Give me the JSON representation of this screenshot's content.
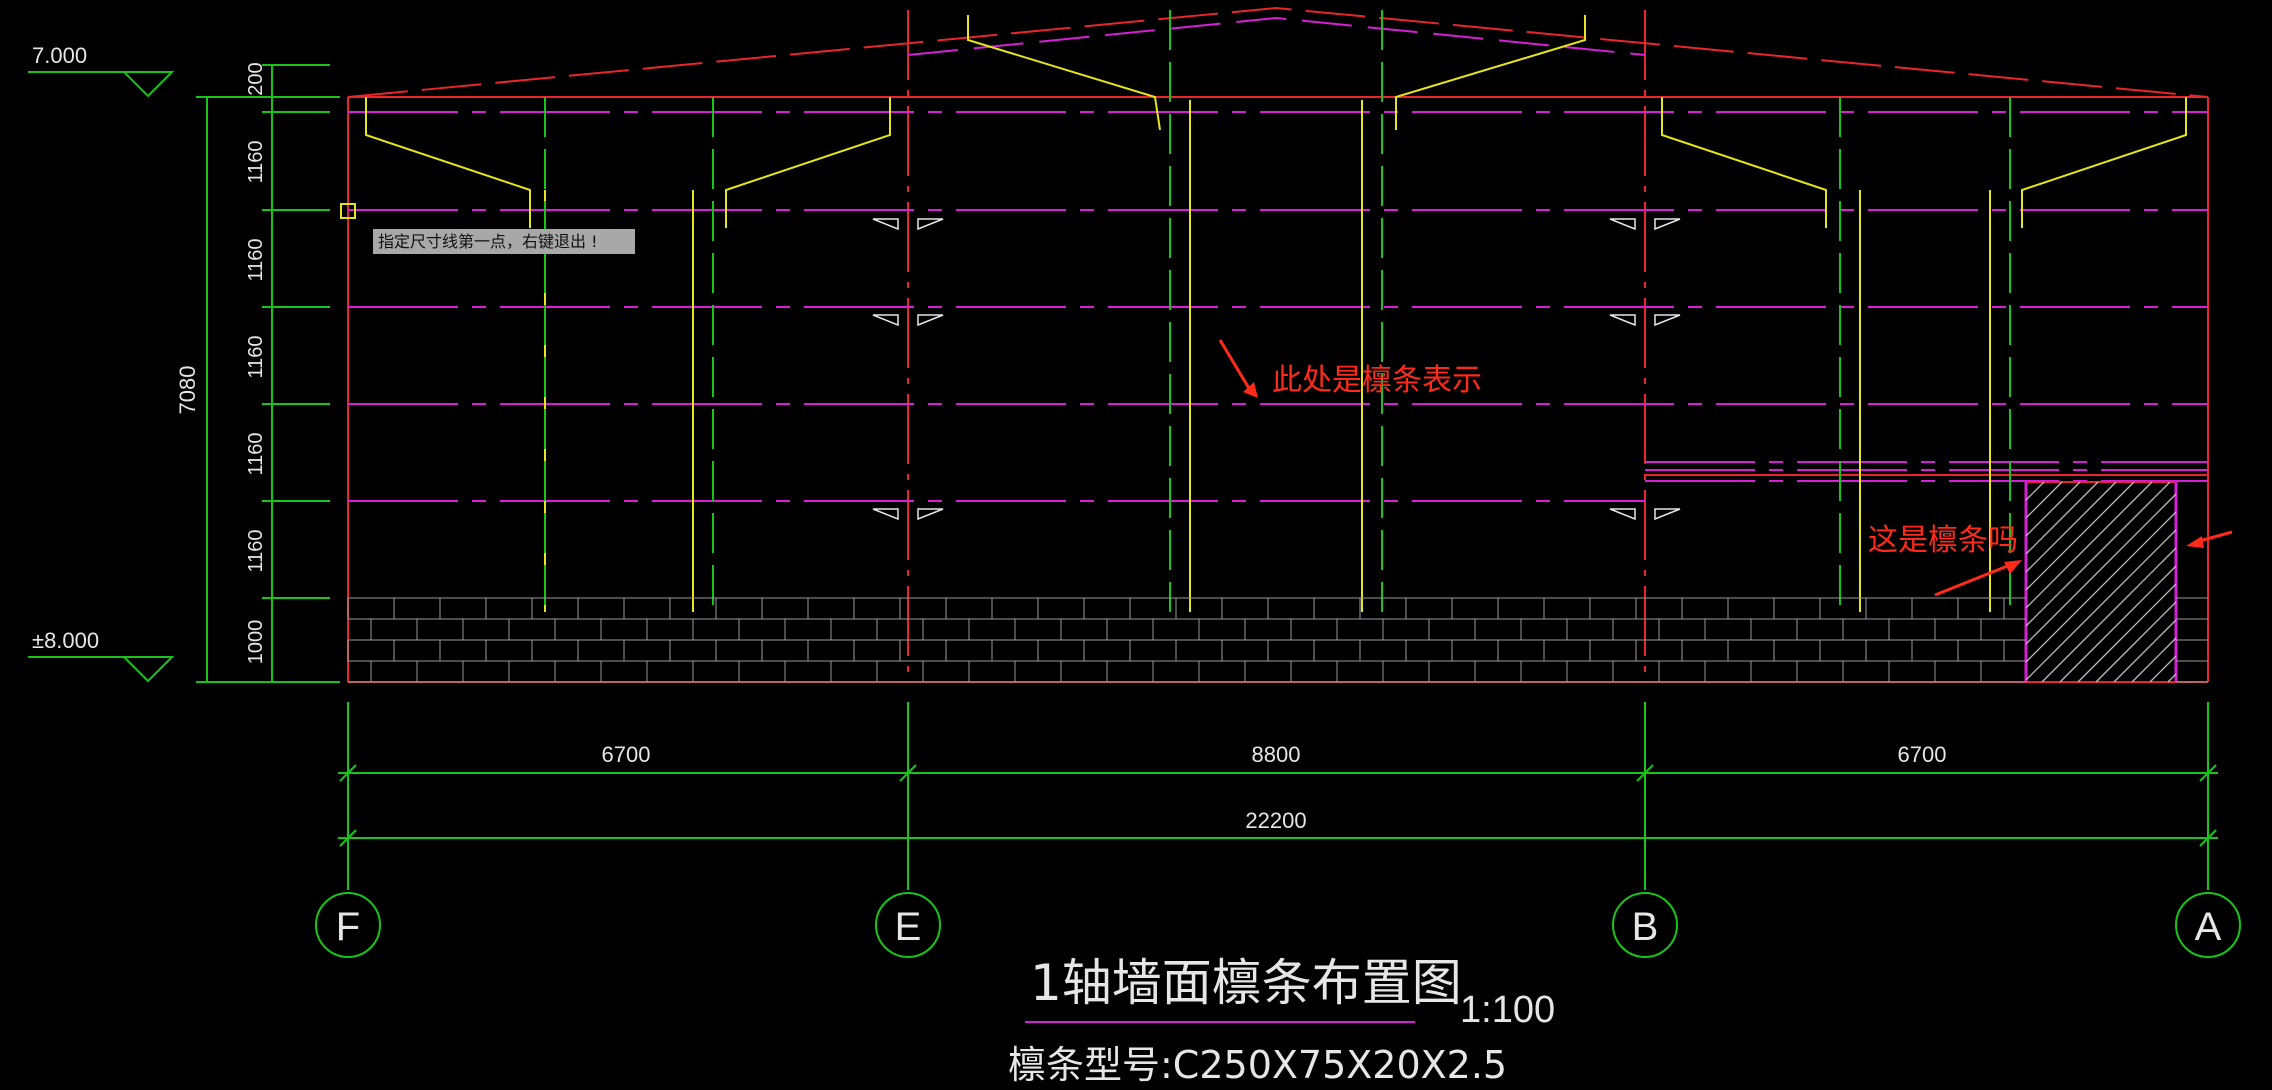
{
  "drawing": {
    "title": "1轴墙面檩条布置图",
    "scale": "1:100",
    "purlin_spec": "檩条型号:C250X75X20X2.5"
  },
  "elevations": {
    "top": "7.000",
    "bottom": "±8.000"
  },
  "vertical_dims": {
    "total": "7080",
    "segments": [
      "200",
      "1160",
      "1160",
      "1160",
      "1160",
      "1160",
      "1000"
    ]
  },
  "horizontal_dims": {
    "spans": [
      "6700",
      "8800",
      "6700"
    ],
    "total": "22200"
  },
  "axes": [
    "F",
    "E",
    "B",
    "A"
  ],
  "tooltip": "指定尺寸线第一点，右键退出 !",
  "annotations": {
    "note1": "此处是檩条表示",
    "note2": "这是檩条吗"
  },
  "colors": {
    "background": "#000000",
    "frame": "#e8262b",
    "purlin": "#d81fd8",
    "post": "#e5e51a",
    "dimension": "#19c419",
    "text": "#e6e6e6",
    "annotation": "#ff2a1a"
  }
}
